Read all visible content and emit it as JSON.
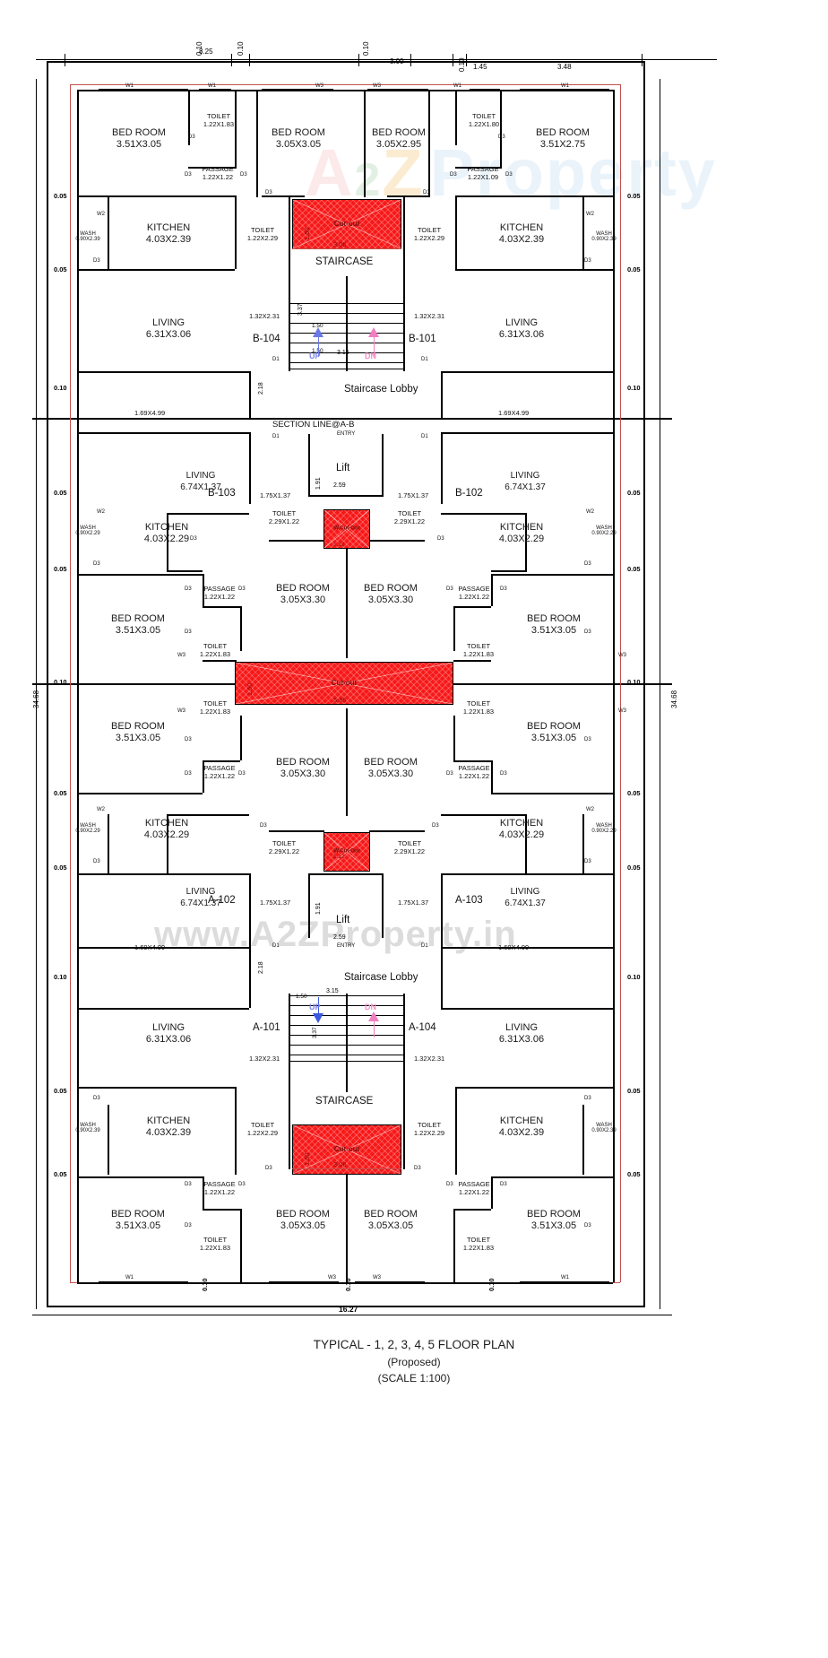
{
  "drawing": {
    "title": "TYPICAL - 1, 2, 3, 4, 5 FLOOR PLAN",
    "subtitle": "(Proposed)",
    "scale": "(SCALE 1:100)",
    "section_line": "SECTION LINE@A-B",
    "overall_width": "16.27",
    "overall_height": "34.68",
    "colors": {
      "cutout_fill": "#f71818",
      "wall": "#000000",
      "red_grid": "#c0504d",
      "up_arrow": "#6b78e8",
      "dn_arrow": "#f17fc0"
    }
  },
  "watermark": {
    "brand_a": "A",
    "brand_2": "2",
    "brand_z": "Z",
    "brand_word": "Property",
    "url": "www.A2ZProperty.in"
  },
  "top_dimensions": [
    {
      "label": "8.25"
    },
    {
      "label": "0.10"
    },
    {
      "label": "0.10"
    },
    {
      "label": "0.10"
    },
    {
      "label": "3.09"
    },
    {
      "label": "1.45"
    },
    {
      "label": "3.48"
    },
    {
      "label": "0.10"
    }
  ],
  "side_dimensions": [
    {
      "label": "0.05"
    },
    {
      "label": "0.05"
    },
    {
      "label": "0.10"
    },
    {
      "label": "0.05"
    },
    {
      "label": "0.05"
    },
    {
      "label": "0.10"
    },
    {
      "label": "0.05"
    },
    {
      "label": "0.05"
    },
    {
      "label": "0.10"
    },
    {
      "label": "0.05"
    },
    {
      "label": "0.05"
    },
    {
      "label": "34.68"
    }
  ],
  "bottom_dimensions": [
    {
      "label": "0.10"
    },
    {
      "label": "0.10"
    },
    {
      "label": "0.10"
    },
    {
      "label": "16.27"
    }
  ],
  "units": [
    {
      "id": "B-104"
    },
    {
      "id": "B-101"
    },
    {
      "id": "B-103"
    },
    {
      "id": "B-102"
    },
    {
      "id": "A-102"
    },
    {
      "id": "A-103"
    },
    {
      "id": "A-101"
    },
    {
      "id": "A-104"
    }
  ],
  "core": {
    "staircase_top": "STAIRCASE",
    "staircase_bottom": "STAIRCASE",
    "lobby_top": "Staircase Lobby",
    "lobby_bottom": "Staircase Lobby",
    "lift_top": "Lift",
    "lift_bottom": "Lift",
    "lift_dim_w": "2.59",
    "lift_dim_h": "1.91",
    "stair_dim_w": "3.15",
    "stair_dim_h": "3.37",
    "stair_run_a": "1.50",
    "stair_run_b": "1.50",
    "lobby_dim": "2.18",
    "up_label": "UP",
    "dn_label": "DN",
    "entry_label": "ENTRY"
  },
  "cutouts": [
    {
      "name": "Cut-out",
      "w": "3.06",
      "h": "1.50"
    },
    {
      "name": "W.Cut-Out",
      "w": "1.12",
      "h": "1.12"
    },
    {
      "name": "Cut-out",
      "w": "5.95",
      "h": "1.50"
    },
    {
      "name": "W.Cut-Out",
      "w": "1.12",
      "h": "1.12"
    },
    {
      "name": "Cut-out",
      "w": "3.06",
      "h": "1.50"
    }
  ],
  "rooms": {
    "band1": [
      {
        "name": "BED ROOM",
        "size": "3.51X3.05"
      },
      {
        "name": "TOILET",
        "size": "1.22X1.83"
      },
      {
        "name": "BED ROOM",
        "size": "3.05X3.05"
      },
      {
        "name": "BED ROOM",
        "size": "3.05X2.95"
      },
      {
        "name": "TOILET",
        "size": "1.22X1.80"
      },
      {
        "name": "BED ROOM",
        "size": "3.51X2.75"
      }
    ],
    "band1_passages": [
      {
        "name": "PASSAGE",
        "size": "1.22X1.22"
      },
      {
        "name": "PASSAGE",
        "size": "1.22X1.09"
      }
    ],
    "band2": [
      {
        "name": "KITCHEN",
        "size": "4.03X2.39"
      },
      {
        "name": "WASH",
        "size": "0.90X2.39"
      },
      {
        "name": "TOILET",
        "size": "1.22X2.29"
      },
      {
        "name": "TOILET",
        "size": "1.22X2.29"
      },
      {
        "name": "KITCHEN",
        "size": "4.03X2.39"
      },
      {
        "name": "WASH",
        "size": "0.90X2.39"
      }
    ],
    "band3": [
      {
        "name": "LIVING",
        "size": "6.31X3.06"
      },
      {
        "name": "LIVING",
        "size": "6.31X3.06"
      }
    ],
    "band3_small": [
      {
        "size": "1.32X2.31"
      },
      {
        "size": "1.32X2.31"
      },
      {
        "size": "1.69X4.99"
      },
      {
        "size": "1.69X4.99"
      }
    ],
    "band4": [
      {
        "name": "LIVING",
        "size": "6.74X1.37"
      },
      {
        "name": "LIVING",
        "size": "6.74X1.37"
      }
    ],
    "band4_small": [
      {
        "size": "1.75X1.37"
      },
      {
        "size": "1.75X1.37"
      }
    ],
    "band5": [
      {
        "name": "KITCHEN",
        "size": "4.03X2.29"
      },
      {
        "name": "WASH",
        "size": "0.90X2.29"
      },
      {
        "name": "TOILET",
        "size": "2.29X1.22"
      },
      {
        "name": "TOILET",
        "size": "2.29X1.22"
      },
      {
        "name": "KITCHEN",
        "size": "4.03X2.29"
      },
      {
        "name": "WASH",
        "size": "0.90X2.29"
      }
    ],
    "band6": [
      {
        "name": "BED ROOM",
        "size": "3.51X3.05"
      },
      {
        "name": "TOILET",
        "size": "1.22X1.83"
      },
      {
        "name": "BED ROOM",
        "size": "3.05X3.30"
      },
      {
        "name": "BED ROOM",
        "size": "3.05X3.30"
      },
      {
        "name": "TOILET",
        "size": "1.22X1.83"
      },
      {
        "name": "BED ROOM",
        "size": "3.51X3.05"
      },
      {
        "name": "PASSAGE",
        "size": "1.22X1.22"
      },
      {
        "name": "PASSAGE",
        "size": "1.22X1.22"
      }
    ],
    "band7": [
      {
        "name": "BED ROOM",
        "size": "3.51X3.05"
      },
      {
        "name": "TOILET",
        "size": "1.22X1.83"
      },
      {
        "name": "BED ROOM",
        "size": "3.05X3.30"
      },
      {
        "name": "BED ROOM",
        "size": "3.05X3.30"
      },
      {
        "name": "TOILET",
        "size": "1.22X1.83"
      },
      {
        "name": "BED ROOM",
        "size": "3.51X3.05"
      },
      {
        "name": "PASSAGE",
        "size": "1.22X1.22"
      },
      {
        "name": "PASSAGE",
        "size": "1.22X1.22"
      }
    ],
    "band8": [
      {
        "name": "KITCHEN",
        "size": "4.03X2.29"
      },
      {
        "name": "WASH",
        "size": "0.90X2.29"
      },
      {
        "name": "TOILET",
        "size": "2.29X1.22"
      },
      {
        "name": "TOILET",
        "size": "2.29X1.22"
      },
      {
        "name": "KITCHEN",
        "size": "4.03X2.29"
      },
      {
        "name": "WASH",
        "size": "0.90X2.29"
      }
    ],
    "band9": [
      {
        "name": "LIVING",
        "size": "6.31X3.06"
      },
      {
        "name": "LIVING",
        "size": "6.31X3.06"
      }
    ],
    "band10": [
      {
        "name": "KITCHEN",
        "size": "4.03X2.39"
      },
      {
        "name": "WASH",
        "size": "0.90X2.39"
      },
      {
        "name": "TOILET",
        "size": "1.22X2.29"
      },
      {
        "name": "TOILET",
        "size": "1.22X2.29"
      },
      {
        "name": "KITCHEN",
        "size": "4.03X2.39"
      },
      {
        "name": "WASH",
        "size": "0.90X2.39"
      }
    ],
    "band11": [
      {
        "name": "BED ROOM",
        "size": "3.51X3.05"
      },
      {
        "name": "TOILET",
        "size": "1.22X1.83"
      },
      {
        "name": "BED ROOM",
        "size": "3.05X3.05"
      },
      {
        "name": "BED ROOM",
        "size": "3.05X3.05"
      },
      {
        "name": "TOILET",
        "size": "1.22X1.83"
      },
      {
        "name": "BED ROOM",
        "size": "3.51X3.05"
      },
      {
        "name": "PASSAGE",
        "size": "1.22X1.22"
      },
      {
        "name": "PASSAGE",
        "size": "1.22X1.22"
      }
    ]
  },
  "tags": {
    "door": "D3",
    "door1": "D1",
    "win1": "W1",
    "win2": "W2",
    "win3": "W3"
  }
}
